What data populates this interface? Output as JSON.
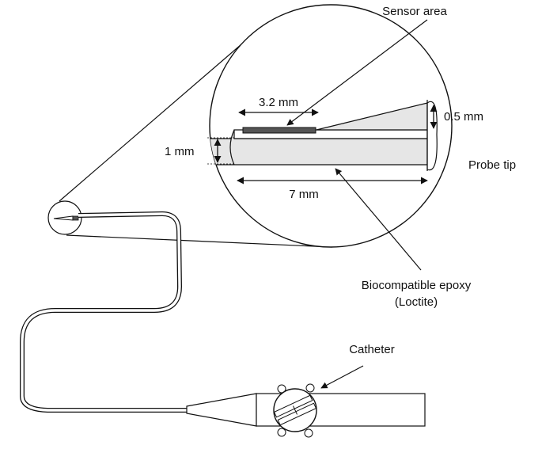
{
  "labels": {
    "sensor_area": "Sensor area",
    "sensor_length": "3.2 mm",
    "tip_height": "0.5 mm",
    "probe_diameter": "1 mm",
    "probe_tip": "Probe tip",
    "probe_length": "7 mm",
    "epoxy_line1": "Biocompatible epoxy",
    "epoxy_line2": "(Loctite)",
    "catheter": "Catheter"
  }
}
